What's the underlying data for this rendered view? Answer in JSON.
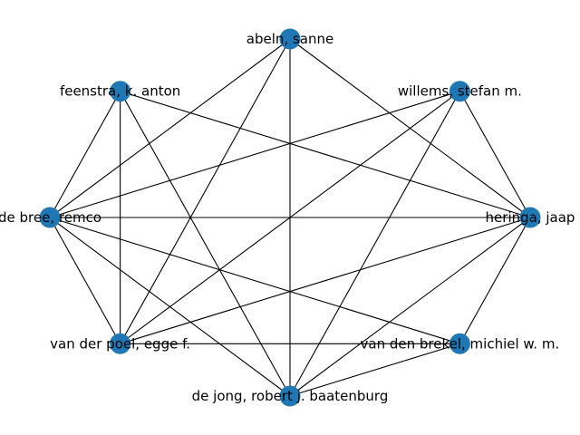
{
  "graph": {
    "node_color": "#1f77b4",
    "edge_color": "#000000",
    "nodes": [
      {
        "id": "abeln",
        "label": "abeln, sanne"
      },
      {
        "id": "willems",
        "label": "willems, stefan m."
      },
      {
        "id": "heringa",
        "label": "heringa, jaap"
      },
      {
        "id": "vandenbrekel",
        "label": "van den brekel, michiel w. m."
      },
      {
        "id": "dejong",
        "label": "de jong, robert j. baatenburg"
      },
      {
        "id": "vanderpoel",
        "label": "van der poel, egge f."
      },
      {
        "id": "debree",
        "label": "de bree, remco"
      },
      {
        "id": "feenstra",
        "label": "feenstra, k. anton"
      }
    ],
    "edges": [
      [
        "abeln",
        "debree"
      ],
      [
        "abeln",
        "vanderpoel"
      ],
      [
        "abeln",
        "dejong"
      ],
      [
        "abeln",
        "heringa"
      ],
      [
        "feenstra",
        "debree"
      ],
      [
        "feenstra",
        "vanderpoel"
      ],
      [
        "feenstra",
        "dejong"
      ],
      [
        "feenstra",
        "heringa"
      ],
      [
        "willems",
        "debree"
      ],
      [
        "willems",
        "vanderpoel"
      ],
      [
        "willems",
        "dejong"
      ],
      [
        "willems",
        "heringa"
      ],
      [
        "debree",
        "heringa"
      ],
      [
        "debree",
        "vanderpoel"
      ],
      [
        "debree",
        "dejong"
      ],
      [
        "debree",
        "vandenbrekel"
      ],
      [
        "heringa",
        "vanderpoel"
      ],
      [
        "heringa",
        "dejong"
      ],
      [
        "heringa",
        "vandenbrekel"
      ],
      [
        "vanderpoel",
        "vandenbrekel"
      ],
      [
        "dejong",
        "vandenbrekel"
      ]
    ]
  }
}
